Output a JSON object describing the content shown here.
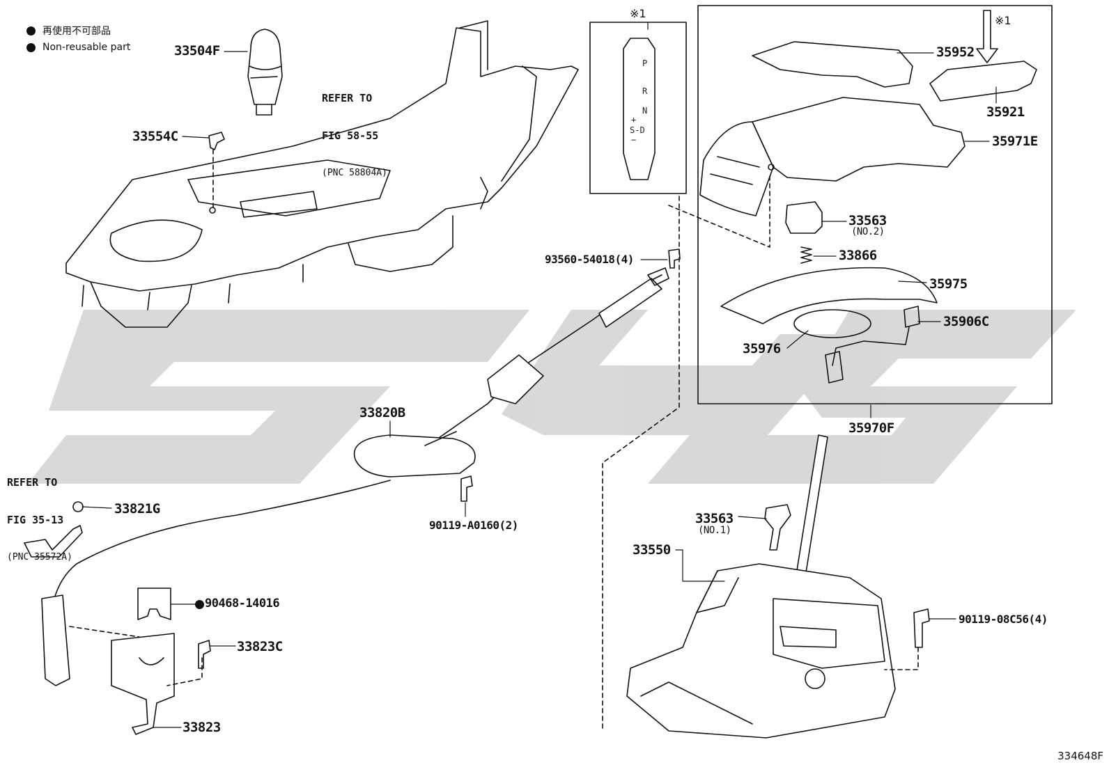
{
  "legend": {
    "jp_text": "再使用不可部品",
    "en_text": "Non-reusable part"
  },
  "refs": [
    {
      "line1": "REFER TO",
      "line2": "FIG 58-55",
      "line3": "(PNC 58804A)"
    },
    {
      "line1": "REFER TO",
      "line2": "FIG 35-13",
      "line3": "(PNC 35572A)"
    }
  ],
  "parts": {
    "p33504F": "33504F",
    "p33554C": "33554C",
    "p35952": "35952",
    "p35921": "35921",
    "p35971E": "35971E",
    "p33563_no2": "33563",
    "p33563_no2_sub": "(NO.2)",
    "p33866": "33866",
    "p35975": "35975",
    "p35906C": "35906C",
    "p35976": "35976",
    "p35970F": "35970F",
    "p93560": "93560-54018(4)",
    "p33820B": "33820B",
    "p90119a": "90119-A0160(2)",
    "p33821G": "33821G",
    "p90468": "90468-14016",
    "p33823C": "33823C",
    "p33823": "33823",
    "p33563_no1": "33563",
    "p33563_no1_sub": "(NO.1)",
    "p33550": "33550",
    "p90119b": "90119-08C56(4)"
  },
  "marks": {
    "ref_mark": "※1",
    "ref_mark_arrow": "※1"
  },
  "indicator": [
    "P",
    "R",
    "N",
    "+",
    "S-D",
    "−"
  ],
  "diagram_code": "334648F",
  "colors": {
    "line": "#111111",
    "watermark": "#d0d0d0"
  }
}
